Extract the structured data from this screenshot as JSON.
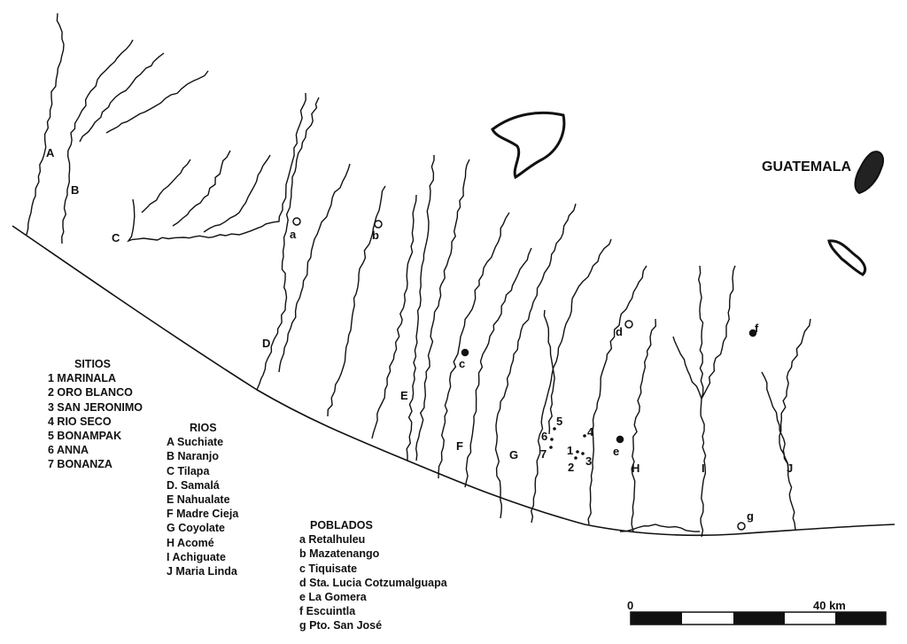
{
  "country_label": "GUATEMALA",
  "rivers_map_labels": [
    "A",
    "B",
    "C",
    "D",
    "E",
    "F",
    "G",
    "H",
    "I",
    "J"
  ],
  "towns_map_labels": [
    "a",
    "b",
    "c",
    "d",
    "e",
    "f",
    "g"
  ],
  "sites_map_labels": [
    "1",
    "2",
    "3",
    "4",
    "5",
    "6",
    "7"
  ],
  "sitios": {
    "title": "SITIOS",
    "items": [
      "1  MARINALA",
      "2  ORO BLANCO",
      "3  SAN JERONIMO",
      "4  RIO SECO",
      "5  BONAMPAK",
      "6  ANNA",
      "7  BONANZA"
    ]
  },
  "rios": {
    "title": "RIOS",
    "items": [
      "A  Suchiate",
      "B  Naranjo",
      "C  Tilapa",
      "D. Samalá",
      "E  Nahualate",
      "F  Madre Cieja",
      "G  Coyolate",
      "H  Acomé",
      "I  Achiguate",
      "J  Maria Linda"
    ]
  },
  "poblados": {
    "title": "POBLADOS",
    "items": [
      "a  Retalhuleu",
      "b  Mazatenango",
      "c  Tiquisate",
      "d  Sta. Lucia Cotzumalguapa",
      "e  La Gomera",
      "f  Escuintla",
      "g  Pto. San José"
    ]
  },
  "scale": {
    "start": "0",
    "end": "40 km"
  }
}
